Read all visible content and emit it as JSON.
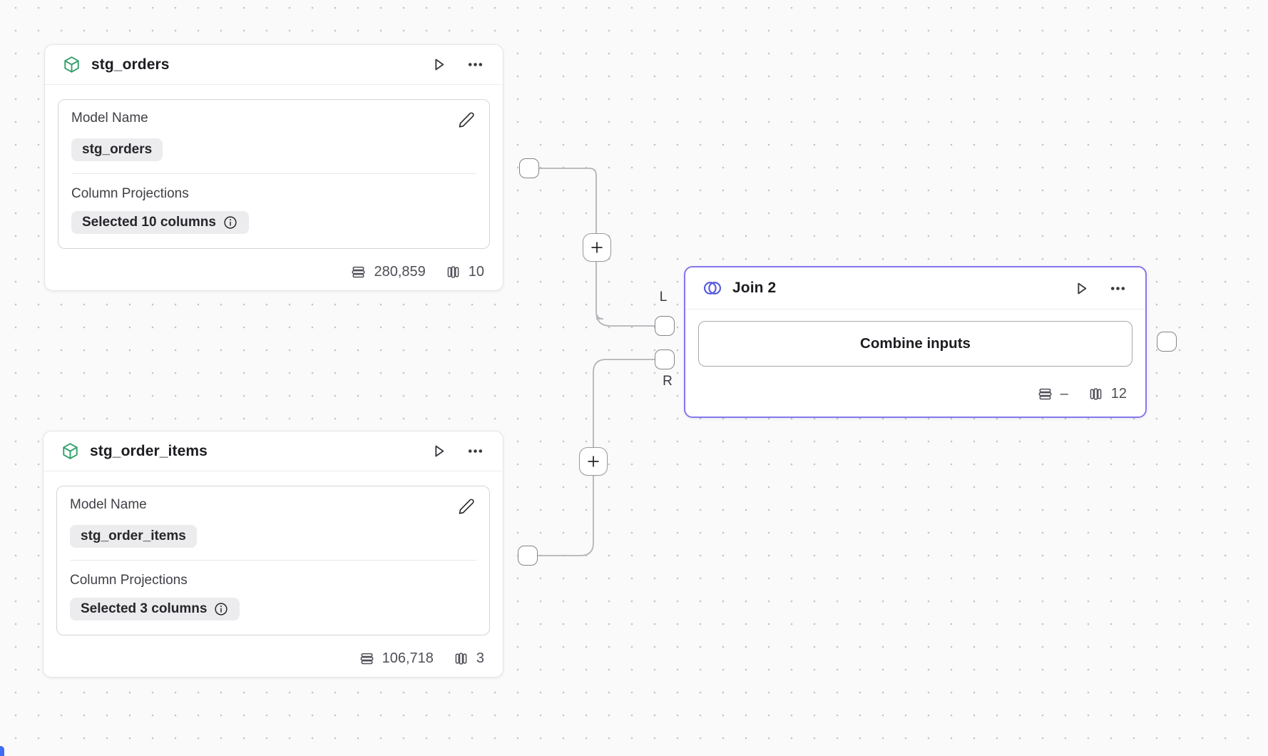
{
  "canvas": {
    "background_color": "#fafafa",
    "dot_color": "#c4c4c8"
  },
  "colors": {
    "selected_node_border": "#8577f0",
    "model_icon_green": "#33a06b",
    "join_icon_violet": "#5558dd",
    "corner_blue": "#3f6df4",
    "pill_background": "#ececee",
    "edge_gray": "#b4b4b9"
  },
  "icons": {
    "model": "cube-icon",
    "join": "venn-icon",
    "run": "play-icon",
    "menu": "ellipsis-icon",
    "edit": "pencil-icon",
    "info": "info-icon",
    "rows": "table-rows-icon",
    "columns": "table-columns-icon",
    "add_step": "plus-icon"
  },
  "nodes": {
    "stg_orders": {
      "title": "stg_orders",
      "model_name_label": "Model Name",
      "model_name_value": "stg_orders",
      "column_projections_label": "Column Projections",
      "column_projections_value": "Selected 10 columns",
      "row_count": "280,859",
      "column_count": "10"
    },
    "stg_order_items": {
      "title": "stg_order_items",
      "model_name_label": "Model Name",
      "model_name_value": "stg_order_items",
      "column_projections_label": "Column Projections",
      "column_projections_value": "Selected 3 columns",
      "row_count": "106,718",
      "column_count": "3"
    },
    "join": {
      "title": "Join 2",
      "combine_button_label": "Combine inputs",
      "row_count": "–",
      "column_count": "12",
      "left_port_label": "L",
      "right_port_label": "R"
    }
  }
}
